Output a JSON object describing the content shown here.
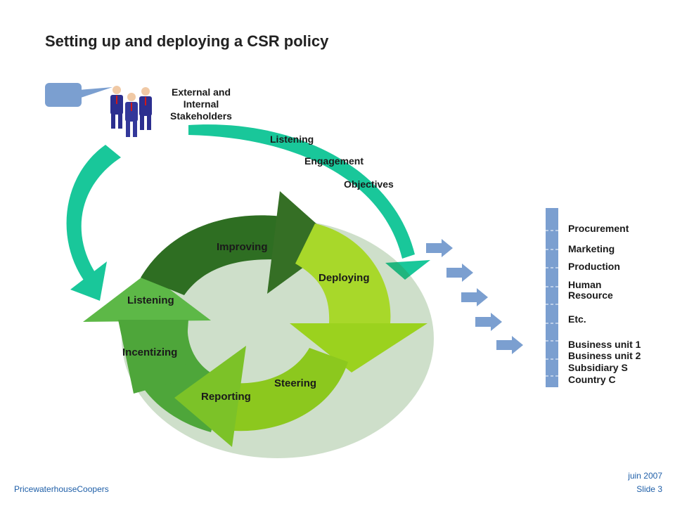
{
  "title": "Setting up and deploying a CSR policy",
  "stakeholders": {
    "label": "External and Internal Stakeholders"
  },
  "stakeholder_steps": [
    "Listening",
    "Engagement",
    "Objectives"
  ],
  "cycle": {
    "improving": "Improving",
    "deploying": "Deploying",
    "steering": "Steering",
    "reporting": "Reporting",
    "incentizing": "Incentizing",
    "listening": "Listening"
  },
  "departments": [
    "Procurement",
    "Marketing",
    "Production",
    "Human Resource",
    "Etc.",
    "Business unit 1",
    "Business unit 2",
    "Subsidiary S",
    "Country C"
  ],
  "footer": {
    "company": "PricewaterhouseCoopers",
    "date": "juin 2007",
    "slide": "Slide 3"
  },
  "colors": {
    "teal": "#19c79a",
    "dark_green": "#2e6e22",
    "mid_green": "#4ea63a",
    "lime": "#9bd21e",
    "blue_arrow": "#7b9fd0",
    "bar": "#7b9fd0"
  }
}
